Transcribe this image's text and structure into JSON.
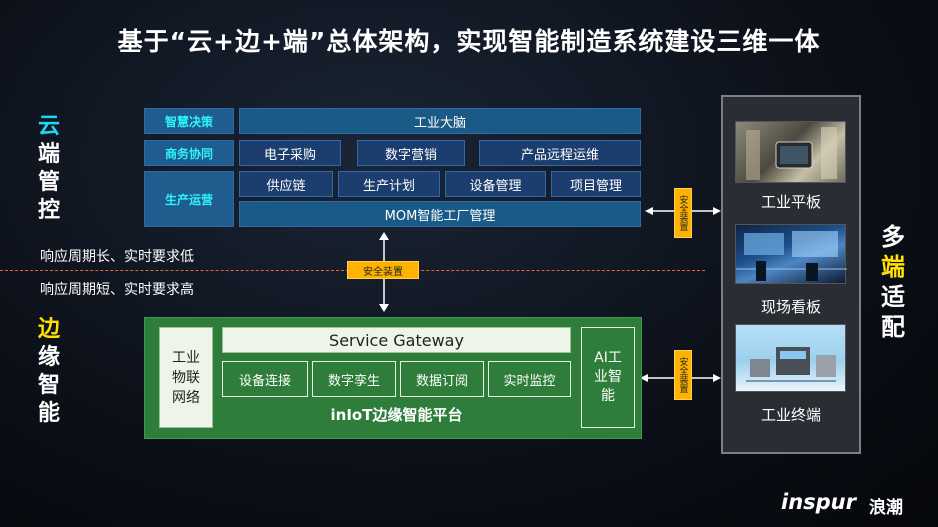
{
  "title": "基于“云+边+端”总体架构，实现智能制造系统建设三维一体",
  "left_labels": {
    "cloud": [
      "云",
      "端",
      "管",
      "控"
    ],
    "edge": [
      "边",
      "缘",
      "智",
      "能"
    ]
  },
  "right_labels": [
    "多",
    "端",
    "适",
    "配"
  ],
  "cloud": {
    "rows": [
      {
        "label": "智慧决策",
        "items": [
          "工业大脑"
        ]
      },
      {
        "label": "商务协同",
        "items": [
          "电子采购",
          "数字营销",
          "产品远程运维"
        ]
      },
      {
        "label": "生产运营",
        "items": [
          "供应链",
          "生产计划",
          "设备管理",
          "项目管理"
        ],
        "bottom": "MOM智能工厂管理"
      }
    ]
  },
  "security": {
    "h_label": "安全装置",
    "v_label_top": "安全装置",
    "v_label_bottom": "安全装置"
  },
  "response": {
    "long": "响应周期长、实时要求低",
    "short": "响应周期短、实时要求高"
  },
  "edge": {
    "iot": "工业物联网络",
    "gateway": "Service Gateway",
    "items": [
      "设备连接",
      "数字孪生",
      "数据订阅",
      "实时监控"
    ],
    "platform": "inIoT边缘智能平台",
    "ai": "AI工业智能"
  },
  "terminals": [
    {
      "label": "工业平板",
      "icon": "tablet-photo"
    },
    {
      "label": "现场看板",
      "icon": "dashboard-photo"
    },
    {
      "label": "工业终端",
      "icon": "terminal-photo"
    }
  ],
  "logo": {
    "brand": "inspur",
    "cn": "浪潮"
  }
}
